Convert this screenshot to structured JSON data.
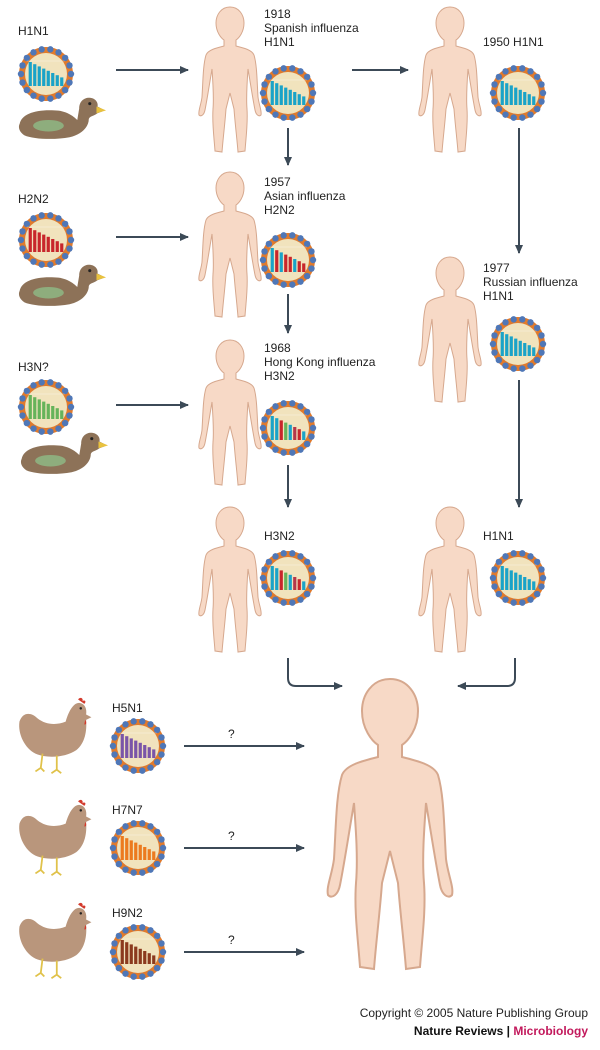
{
  "colors": {
    "human": "#f7d9c6",
    "human_stroke": "#d6a88e",
    "arrow": "#3c4a57",
    "virus_ring": "#e07a2c",
    "virus_dot": "#4f77b7",
    "virus_fill": "#f1e3bd",
    "duck_body": "#8d7258",
    "chicken_body": "#b9967c",
    "h1n1": "#1aa3c8",
    "h2n2": "#c8262b",
    "h3": "#66b35a",
    "h3n2_mix": "#b5384a",
    "h5n1": "#7a55a8",
    "h7n7": "#ec7a1f",
    "h9n2": "#8b3a1e",
    "brand_accent": "#c2185b"
  },
  "sources": {
    "duck1": "H1N1",
    "duck2": "H2N2",
    "duck3": "H3N?",
    "chicken1": "H5N1",
    "chicken2": "H7N7",
    "chicken3": "H9N2"
  },
  "pandemics": {
    "p1918": {
      "year": "1918",
      "name": "Spanish influenza",
      "subtype": "H1N1"
    },
    "p1957": {
      "year": "1957",
      "name": "Asian influenza",
      "subtype": "H2N2"
    },
    "p1968": {
      "year": "1968",
      "name": "Hong Kong influenza",
      "subtype": "H3N2"
    },
    "p1950": {
      "label": "1950 H1N1"
    },
    "p1977": {
      "year": "1977",
      "name": "Russian influenza",
      "subtype": "H1N1"
    },
    "cur_h3n2": {
      "subtype": "H3N2"
    },
    "cur_h1n1": {
      "subtype": "H1N1"
    }
  },
  "unknown_marker": "?",
  "footer": {
    "copyright": "Copyright © 2005 Nature Publishing Group",
    "journal": "Nature Reviews",
    "separator": "|",
    "subject": "Microbiology"
  }
}
